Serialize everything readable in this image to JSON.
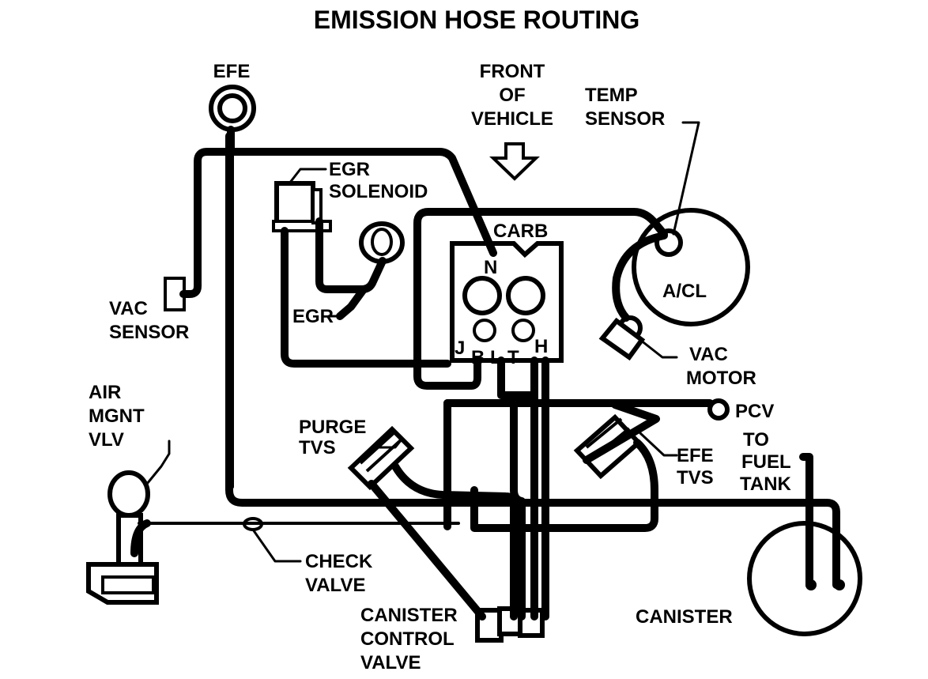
{
  "title": "EMISSION HOSE ROUTING",
  "labels": {
    "efe": "EFE",
    "front_1": "FRONT",
    "front_2": "OF",
    "front_3": "VEHICLE",
    "temp_1": "TEMP",
    "temp_2": "SENSOR",
    "egr_sol_1": "EGR",
    "egr_sol_2": "SOLENOID",
    "carb": "CARB",
    "port_n": "N",
    "port_j": "J",
    "port_b": "B",
    "port_l": "L",
    "port_t": "T",
    "port_h": "H",
    "acl": "A/CL",
    "vac_motor_1": "VAC",
    "vac_motor_2": "MOTOR",
    "vac_sensor_1": "VAC",
    "vac_sensor_2": "SENSOR",
    "egr": "EGR",
    "air_1": "AIR",
    "air_2": "MGNT",
    "air_3": "VLV",
    "purge_1": "PURGE",
    "purge_2": "TVS",
    "pcv": "PCV",
    "efe_tvs_1": "EFE",
    "efe_tvs_2": "TVS",
    "fuel_1": "TO",
    "fuel_2": "FUEL",
    "fuel_3": "TANK",
    "check_1": "CHECK",
    "check_2": "VALVE",
    "canister": "CANISTER",
    "ccv_1": "CANISTER",
    "ccv_2": "CONTROL",
    "ccv_3": "VALVE"
  }
}
